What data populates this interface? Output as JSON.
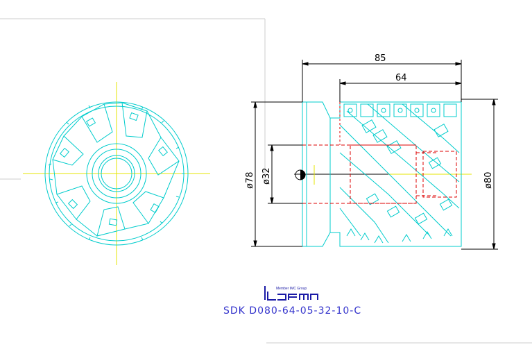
{
  "drawing": {
    "dimensions": {
      "overall_length": "85",
      "cutting_length": "64",
      "body_diameter": "ø78",
      "bore_diameter": "ø32",
      "cutting_diameter": "ø80"
    },
    "part_code": "SDK D080-64-05-32-10-C",
    "logo": {
      "name": "iscar-logo",
      "tagline": "Member IMC Group",
      "wordmark": "ISCAR"
    },
    "colors": {
      "outline": "#00cccc",
      "centerline": "#e6e600",
      "hidden": "#dd0000",
      "dimension": "#000000",
      "frame": "#cccccc",
      "logo": "#1a1aa6"
    }
  }
}
